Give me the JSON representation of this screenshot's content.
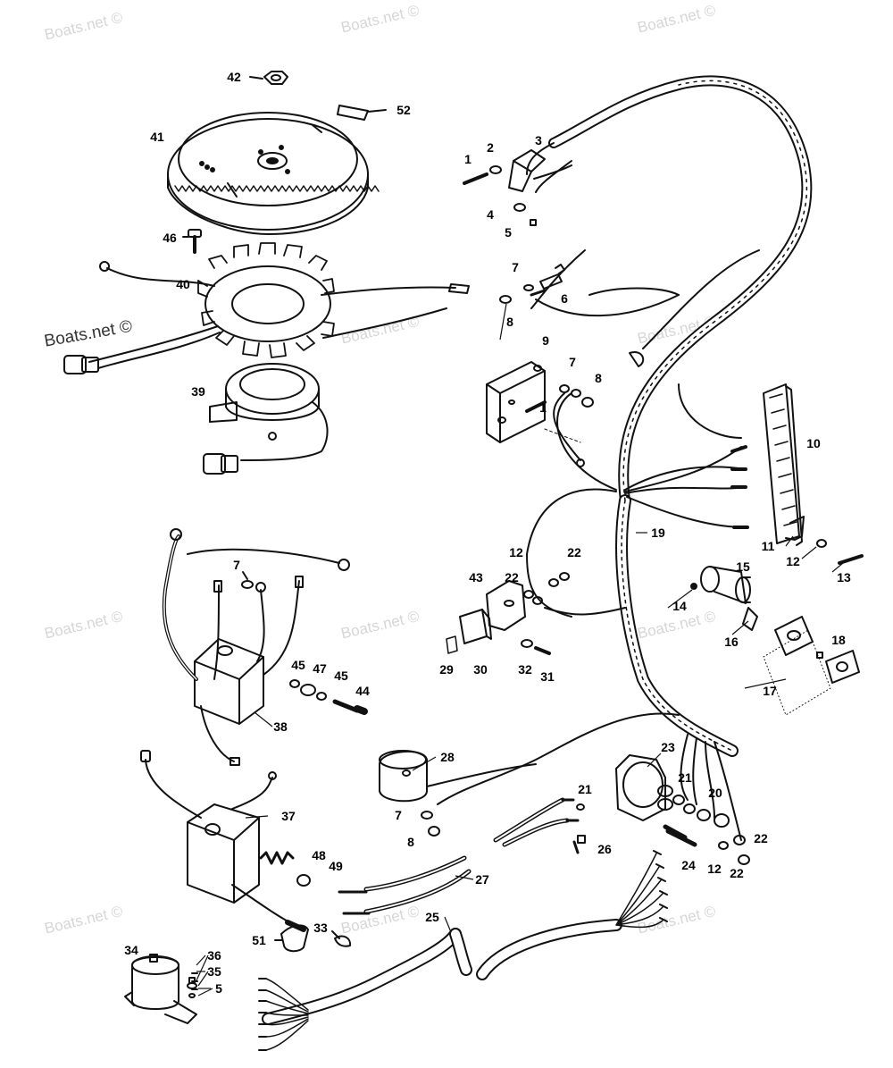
{
  "watermarks": {
    "brand": "Boats.net ©"
  },
  "callouts": {
    "n1": "1",
    "n2": "2",
    "n3": "3",
    "n4": "4",
    "n5": "5",
    "n6": "6",
    "n7": "7",
    "n8": "8",
    "n9": "9",
    "n10": "10",
    "n11": "11",
    "n12": "12",
    "n13": "13",
    "n14": "14",
    "n15": "15",
    "n16": "16",
    "n17": "17",
    "n18": "18",
    "n19": "19",
    "n20": "20",
    "n21": "21",
    "n22": "22",
    "n23": "23",
    "n24": "24",
    "n25": "25",
    "n26": "26",
    "n27": "27",
    "n28": "28",
    "n29": "29",
    "n30": "30",
    "n31": "31",
    "n32": "32",
    "n33": "33",
    "n34": "34",
    "n35": "35",
    "n36": "36",
    "n37": "37",
    "n38": "38",
    "n39": "39",
    "n40": "40",
    "n41": "41",
    "n42": "42",
    "n43": "43",
    "n44": "44",
    "n45": "45",
    "n46": "46",
    "n47": "47",
    "n48": "48",
    "n49": "49",
    "n51": "51",
    "n52": "52"
  },
  "colors": {
    "ink": "#111111",
    "paper": "#ffffff",
    "watermark": "#d6d6d6"
  }
}
